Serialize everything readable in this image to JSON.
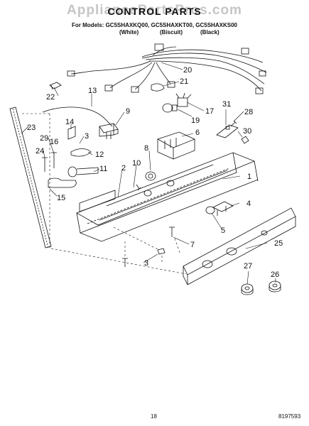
{
  "header": {
    "watermark": "AppliancePartsPros.com",
    "title": "CONTROL PARTS",
    "models_line": "For Models: GC5SHAXKQ00, GC5SHAXKT00, GC5SHAXKS00",
    "variants": [
      "(White)",
      "(Biscuit)",
      "(Black)"
    ]
  },
  "callouts": [
    "1",
    "2",
    "3",
    "3",
    "4",
    "5",
    "6",
    "7",
    "8",
    "9",
    "10",
    "11",
    "12",
    "13",
    "14",
    "15",
    "16",
    "17",
    "19",
    "20",
    "21",
    "22",
    "23",
    "24",
    "25",
    "26",
    "27",
    "28",
    "29",
    "30",
    "31"
  ],
  "footer": {
    "page_number": "18",
    "document_number": "8197593"
  }
}
